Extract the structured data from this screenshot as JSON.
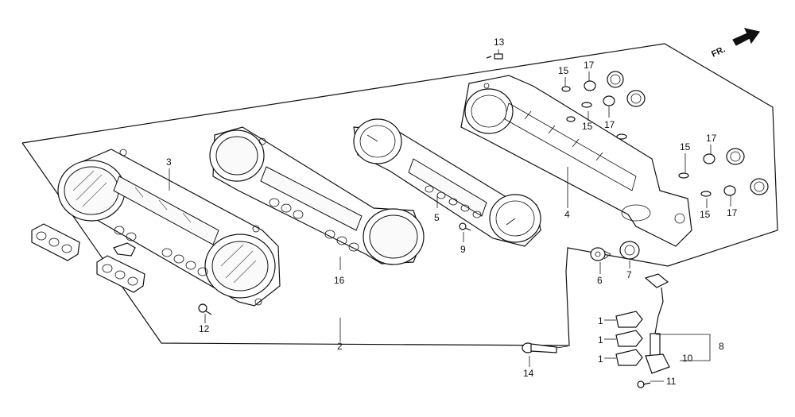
{
  "direction_label": "FR.",
  "labels": [
    {
      "id": "l1a",
      "text": "1"
    },
    {
      "id": "l1b",
      "text": "1"
    },
    {
      "id": "l1c",
      "text": "1"
    },
    {
      "id": "l2",
      "text": "2"
    },
    {
      "id": "l3",
      "text": "3"
    },
    {
      "id": "l4",
      "text": "4"
    },
    {
      "id": "l5",
      "text": "5"
    },
    {
      "id": "l6",
      "text": "6"
    },
    {
      "id": "l7",
      "text": "7"
    },
    {
      "id": "l8",
      "text": "8"
    },
    {
      "id": "l9",
      "text": "9"
    },
    {
      "id": "l10",
      "text": "10"
    },
    {
      "id": "l11",
      "text": "11"
    },
    {
      "id": "l12",
      "text": "12"
    },
    {
      "id": "l13",
      "text": "13"
    },
    {
      "id": "l14",
      "text": "14"
    },
    {
      "id": "l15a",
      "text": "15"
    },
    {
      "id": "l15b",
      "text": "15"
    },
    {
      "id": "l15c",
      "text": "15"
    },
    {
      "id": "l15d",
      "text": "15"
    },
    {
      "id": "l16",
      "text": "16"
    },
    {
      "id": "l17a",
      "text": "17"
    },
    {
      "id": "l17b",
      "text": "17"
    },
    {
      "id": "l17c",
      "text": "17"
    },
    {
      "id": "l17d",
      "text": "17"
    }
  ]
}
